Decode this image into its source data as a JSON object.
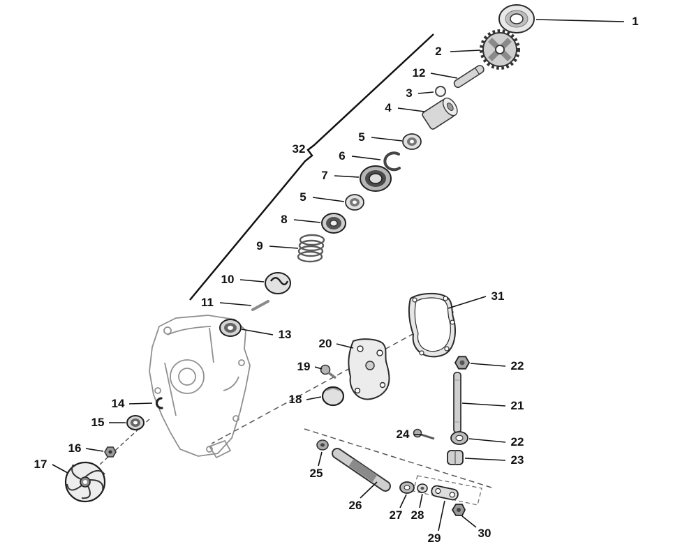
{
  "figure": {
    "kind": "exploded-parts-diagram"
  },
  "colors": {
    "ink": "#111111",
    "metal_light": "#e0e0e0",
    "metal_mid": "#9a9a9a",
    "metal_dark": "#4a4a4a",
    "case_line": "#8f8f8f",
    "background": "#ffffff"
  },
  "callouts": {
    "n1": {
      "label": "1"
    },
    "n2": {
      "label": "2"
    },
    "n12": {
      "label": "12"
    },
    "n3": {
      "label": "3"
    },
    "n4": {
      "label": "4"
    },
    "n5a": {
      "label": "5"
    },
    "n6": {
      "label": "6"
    },
    "n7": {
      "label": "7"
    },
    "n5b": {
      "label": "5"
    },
    "n8": {
      "label": "8"
    },
    "n9": {
      "label": "9"
    },
    "n10": {
      "label": "10"
    },
    "n11": {
      "label": "11"
    },
    "n32": {
      "label": "32"
    },
    "n13": {
      "label": "13"
    },
    "n14": {
      "label": "14"
    },
    "n15": {
      "label": "15"
    },
    "n16": {
      "label": "16"
    },
    "n17": {
      "label": "17"
    },
    "n18": {
      "label": "18"
    },
    "n19": {
      "label": "19"
    },
    "n20": {
      "label": "20"
    },
    "n31": {
      "label": "31"
    },
    "n22a": {
      "label": "22"
    },
    "n21": {
      "label": "21"
    },
    "n22b": {
      "label": "22"
    },
    "n24": {
      "label": "24"
    },
    "n23": {
      "label": "23"
    },
    "n25": {
      "label": "25"
    },
    "n26": {
      "label": "26"
    },
    "n27": {
      "label": "27"
    },
    "n28": {
      "label": "28"
    },
    "n29": {
      "label": "29"
    },
    "n30": {
      "label": "30"
    }
  }
}
